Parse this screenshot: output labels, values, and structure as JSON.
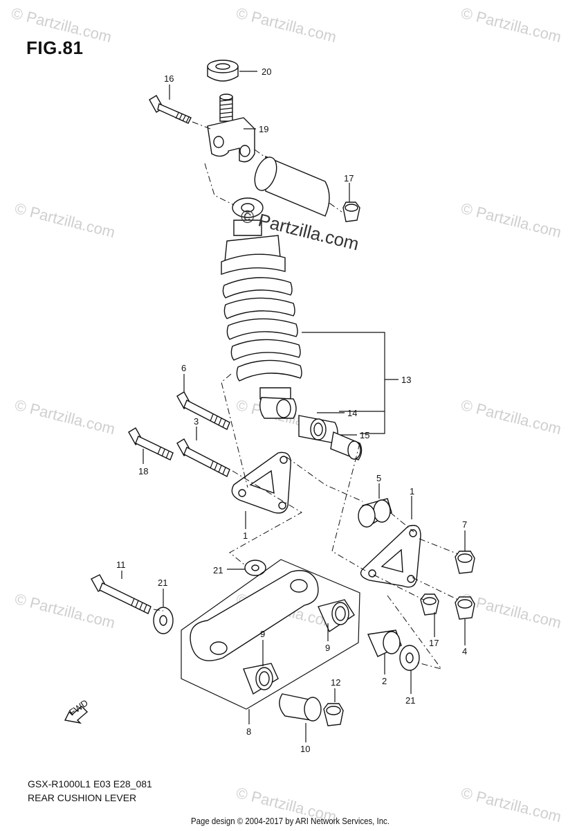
{
  "figure": {
    "title": "FIG.81",
    "model_code": "GSX-R1000L1 E03 E28_081",
    "section_name": "REAR CUSHION LEVER",
    "credit": "Page design © 2004-2017 by ARI Network Services, Inc."
  },
  "watermark": {
    "small_text": "© Partzilla.com",
    "large_text": "© Partzilla.com"
  },
  "direction_marker": "FWD",
  "callouts": [
    "20",
    "16",
    "19",
    "17",
    "13",
    "14",
    "15",
    "6",
    "3",
    "18",
    "5",
    "1",
    "1",
    "7",
    "21",
    "11",
    "21",
    "9",
    "9",
    "17",
    "4",
    "2",
    "21",
    "12",
    "8",
    "10"
  ]
}
